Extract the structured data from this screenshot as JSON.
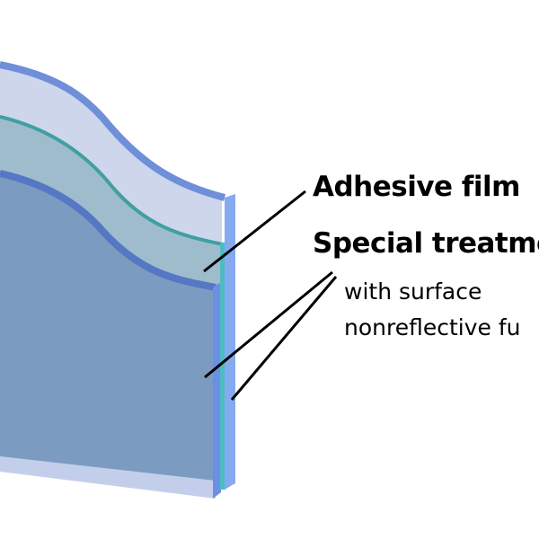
{
  "labels": {
    "adhesive_film": "Adhesive film",
    "special_treatment": "Special treatme",
    "special_treatment_sub1": "with surface",
    "special_treatment_sub2": "nonreflective fu"
  },
  "colors": {
    "top_layer": "#cdd6ea",
    "top_edge": "#6f8fd8",
    "adhesive_layer": "#9fbccc",
    "adhesive_edge": "#3f9fa2",
    "base_layer": "#7b9cc0",
    "base_edge": "#5577c4",
    "front_blue": "#86aaf0",
    "front_teal": "#4cbcc0",
    "leader": "#000000"
  }
}
